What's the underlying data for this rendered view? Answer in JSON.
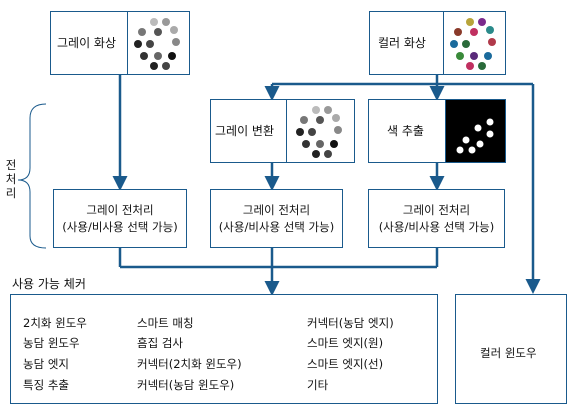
{
  "inputs": {
    "gray_image": "그레이 화상",
    "color_image": "컬러 화상"
  },
  "conversions": {
    "gray_convert": "그레이 변환",
    "color_extract": "색 추출"
  },
  "preprocess_label": "전\n처\n리",
  "preprocess_box": {
    "line1": "그레이 전처리",
    "line2": "(사용/비사용 선택 가능)"
  },
  "checkers_title": "사용 가능 체커",
  "checkers": {
    "col1": [
      "2치화 윈도우",
      "농담 윈도우",
      "농담 엣지",
      "특징 추출"
    ],
    "col2": [
      "스마트 매칭",
      "흠집 검사",
      "커넥터(2치화 윈도우)",
      "커넥터(농담 윈도우)"
    ],
    "col3": [
      "커넥터(농담 엣지)",
      "스마트 엣지(원)",
      "스마트 엣지(선)",
      "기타"
    ]
  },
  "color_window": "컬러 윈도우",
  "colors": {
    "line": "#1a5a8c",
    "text": "#111111",
    "thumb_color_dots": [
      "#7a2a8c",
      "#b8a43a",
      "#2a6a3a",
      "#c03060",
      "#1a6a9c",
      "#8a3a2a",
      "#2a8a8a",
      "#5a2a7a",
      "#3a8a3a",
      "#b03a4a"
    ]
  }
}
